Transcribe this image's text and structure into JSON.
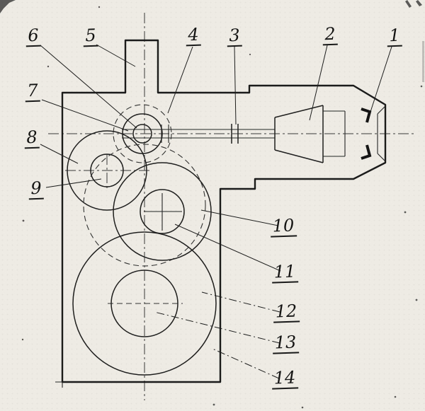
{
  "figure": {
    "kind": "engineering sectional drawing of a gearbox / drill head",
    "bg_color": "#edebe3",
    "ink_color": "#1b1b1b"
  },
  "labels": [
    "1",
    "2",
    "3",
    "4",
    "5",
    "6",
    "7",
    "8",
    "9",
    "10",
    "11",
    "12",
    "13",
    "14"
  ]
}
